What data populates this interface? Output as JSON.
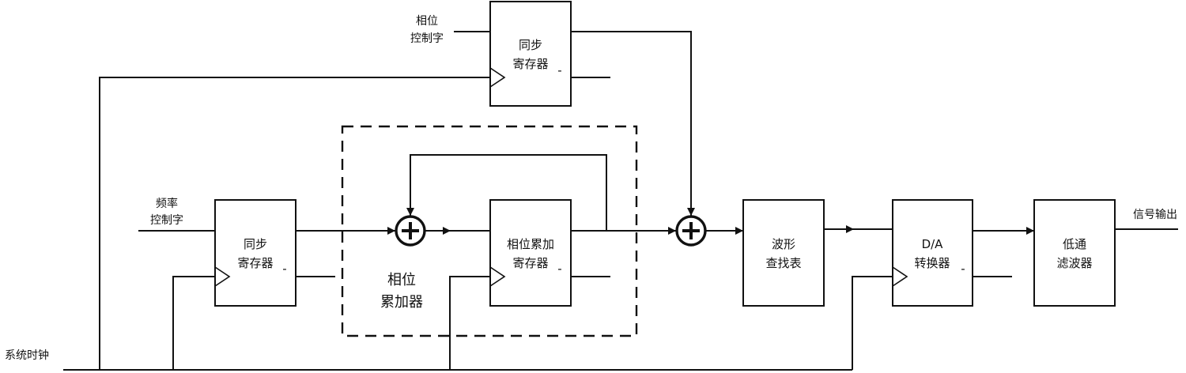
{
  "labels": {
    "phase_ctrl_line1": "相位",
    "phase_ctrl_line2": "控制字",
    "freq_ctrl_line1": "频率",
    "freq_ctrl_line2": "控制字",
    "system_clock": "系统时钟",
    "signal_output": "信号输出",
    "phase_accumulator_line1": "相位",
    "phase_accumulator_line2": "累加器"
  },
  "blocks": {
    "sync_register_top": {
      "line1": "同步",
      "line2": "寄存器",
      "bar": "-"
    },
    "sync_register_left": {
      "line1": "同步",
      "line2": "寄存器",
      "bar": "-"
    },
    "phase_acc_register": {
      "line1": "相位累加",
      "line2": "寄存器",
      "bar": "-"
    },
    "waveform_lut": {
      "line1": "波形",
      "line2": "查找表"
    },
    "da_converter": {
      "line1": "D/A",
      "line2": "转换器",
      "bar": "-"
    },
    "lowpass_filter": {
      "line1": "低通",
      "line2": "滤波器"
    }
  },
  "icons": {
    "adder": "circle-plus",
    "clock_input": "clock-triangle",
    "arrowhead": "filled-arrow"
  }
}
